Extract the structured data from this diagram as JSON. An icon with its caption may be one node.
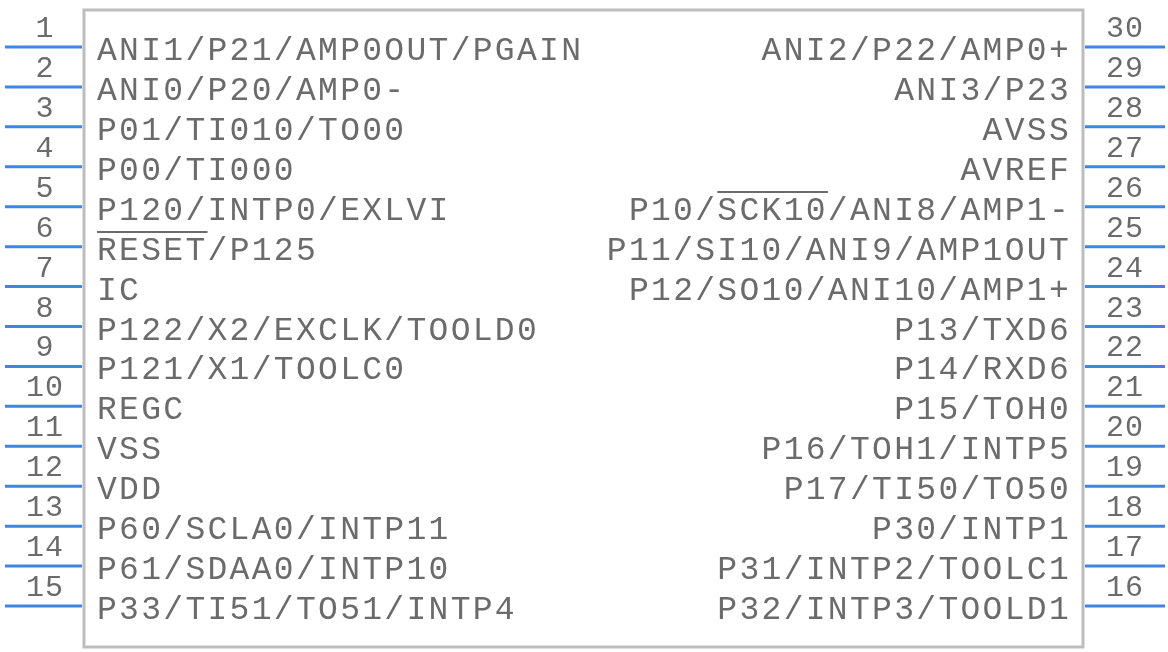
{
  "diagram": {
    "nodes": [
      {
        "text": [],
        "shape": "box"
      }
    ],
    "labels": [
      "1",
      "ANI1/P21/AMP0OUT/PGAIN",
      "2",
      "ANI0/P20/AMP0-",
      "3",
      "P01/TI010/TO00",
      "4",
      "P00/TI000",
      "5",
      "P120/INTP0/EXLVI",
      "6",
      "RESET/P125",
      "7",
      "IC",
      "8",
      "P122/X2/EXCLK/TOOLD0",
      "9",
      "P121/X1/TOOLC0",
      "10",
      "REGC",
      "11",
      "VSS",
      "12",
      "VDD",
      "13",
      "P60/SCLA0/INTP11",
      "14",
      "P61/SDAA0/INTP10",
      "15",
      "P33/TI51/TO51/INTP4",
      "30",
      "ANI2/P22/AMP0+",
      "29",
      "ANI3/P23",
      "28",
      "AVSS",
      "27",
      "AVREF",
      "26",
      "P10/SCK10/ANI8/AMP1-",
      "25",
      "P11/SI10/ANI9/AMP1OUT",
      "24",
      "P12/SO10/ANI10/AMP1+",
      "23",
      "P13/TXD6",
      "22",
      "P14/RXD6",
      "21",
      "P15/TOH0",
      "20",
      "P16/TOH1/INTP5",
      "19",
      "P17/TI50/TO50",
      "18",
      "P30/INTP1",
      "17",
      "P31/INTP2/TOOLC1",
      "16",
      "P32/INTP3/TOOLD1"
    ]
  }
}
